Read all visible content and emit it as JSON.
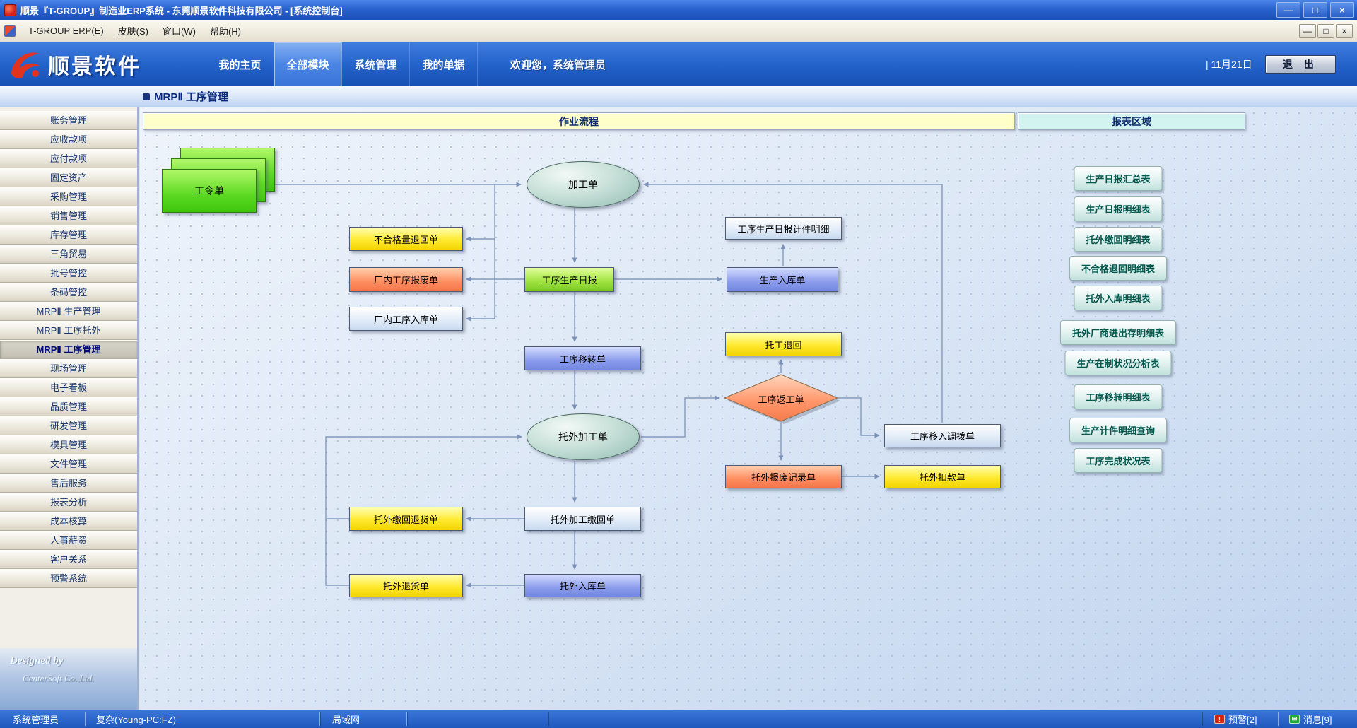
{
  "window": {
    "title": "顺景『T-GROUP』制造业ERP系统 - 东莞顺景软件科技有限公司 - [系统控制台]",
    "menu_items": [
      "T-GROUP ERP(E)",
      "皮肤(S)",
      "窗口(W)",
      "帮助(H)"
    ],
    "minimize": "—",
    "maximize": "□",
    "close": "×"
  },
  "banner": {
    "logo_text": "顺景软件",
    "tabs": [
      "我的主页",
      "全部模块",
      "系统管理",
      "我的单据"
    ],
    "active_tab": "全部模块",
    "welcome": "欢迎您，系统管理员",
    "date": "| 11月21日",
    "exit_label": "退 出"
  },
  "subheader": {
    "title": "MRPⅡ 工序管理"
  },
  "sidebar": {
    "items": [
      "账务管理",
      "应收款项",
      "应付款项",
      "固定资产",
      "采购管理",
      "销售管理",
      "库存管理",
      "三角贸易",
      "批号管控",
      "条码管控",
      "MRPⅡ 生产管理",
      "MRPⅡ 工序托外",
      "MRPⅡ 工序管理",
      "现场管理",
      "电子看板",
      "品质管理",
      "研发管理",
      "模具管理",
      "文件管理",
      "售后服务",
      "报表分析",
      "成本核算",
      "人事薪资",
      "客户关系",
      "预警系统"
    ],
    "selected": "MRPⅡ 工序管理",
    "designed_by": "Designed by",
    "company": "CenterSoft Co.,Ltd."
  },
  "flow": {
    "header": "作业流程",
    "report_header": "报表区域",
    "nodes": {
      "work_order": "工令单",
      "process_order": "加工单",
      "reject_return": "不合格量退回单",
      "factory_scrap": "厂内工序报废单",
      "factory_inbound": "厂内工序入库单",
      "daily_report": "工序生产日报",
      "piecework_detail": "工序生产日报计件明细",
      "production_inbound": "生产入库单",
      "transfer_order": "工序移转单",
      "outwork_return": "托工退回",
      "rework_order": "工序返工单",
      "outsource_order": "托外加工单",
      "transfer_in_allot": "工序移入调拨单",
      "outsource_scrap": "托外报废记录单",
      "outsource_deduction": "托外扣款单",
      "outsource_return_refund": "托外缴回退货单",
      "outsource_receipt": "托外加工缴回单",
      "outsource_refund": "托外退货单",
      "outsource_inbound": "托外入库单"
    },
    "reports": [
      "生产日报汇总表",
      "生产日报明细表",
      "托外缴回明细表",
      "不合格退回明细表",
      "托外入库明细表",
      "托外厂商进出存明细表",
      "生产在制状况分析表",
      "工序移转明细表",
      "生产计件明细查询",
      "工序完成状况表"
    ]
  },
  "statusbar": {
    "user": "系统管理员",
    "machine": "复杂(Young-PC:FZ)",
    "network": "局域网",
    "alerts": "预警[2]",
    "messages": "消息[9]"
  },
  "colors": {
    "titlebar_blue": "#2a63cf",
    "banner_blue": "#2261c8",
    "node_yellow": "#ffe930",
    "node_orange": "#ff8d60",
    "node_green": "#9de23e",
    "node_blue": "#8b9cec",
    "connector": "#8299bd"
  }
}
